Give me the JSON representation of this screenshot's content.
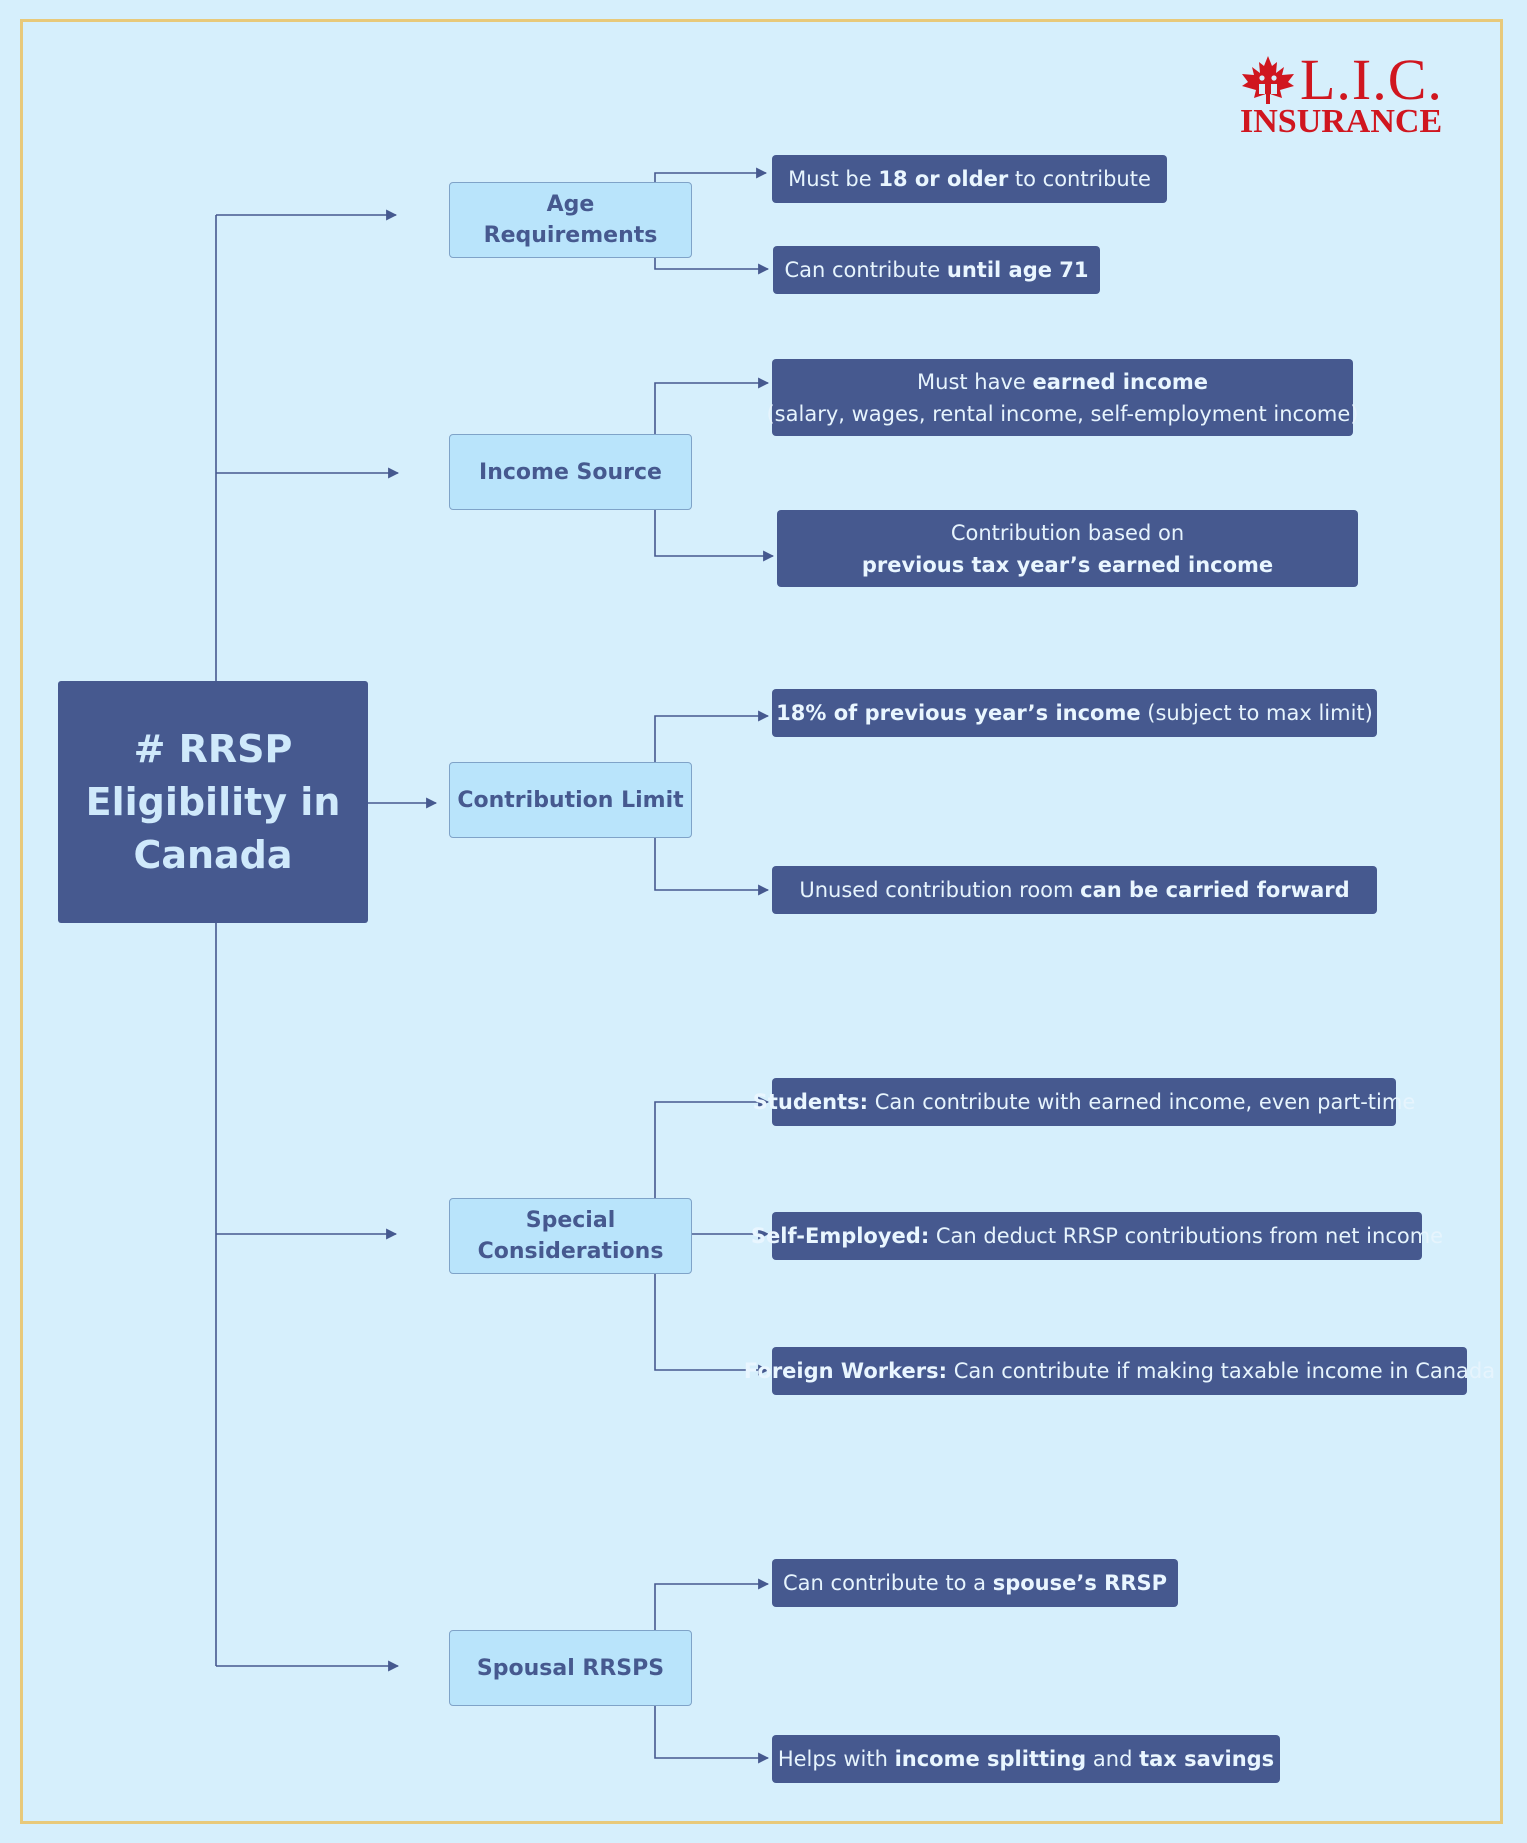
{
  "logo": {
    "line1": "L.I.C.",
    "line2": "INSURANCE",
    "color": "#d0161f"
  },
  "root": {
    "line1": "# RRSP",
    "line2": "Eligibility in",
    "line3": "Canada"
  },
  "categories": [
    {
      "line1": "Age",
      "line2": "Requirements"
    },
    {
      "line1": "Income Source",
      "line2": ""
    },
    {
      "line1": "Contribution Limit",
      "line2": ""
    },
    {
      "line1": "Special",
      "line2": "Considerations"
    },
    {
      "line1": "Spousal RRSPS",
      "line2": ""
    }
  ],
  "leaves": {
    "age_1": {
      "a": "Must be ",
      "b": "18 or older",
      "c": " to contribute"
    },
    "age_2": {
      "a": "Can contribute ",
      "b": "until age 71"
    },
    "income_1": {
      "a": "Must have ",
      "b": "earned income",
      "line2": "(salary, wages, rental income, self-employment income)"
    },
    "income_2": {
      "line1": "Contribution based on",
      "line2": "previous tax year’s earned income"
    },
    "limit_1": {
      "b": "18% of previous year’s income",
      "c": " (subject to max limit)"
    },
    "limit_2": {
      "a": "Unused contribution room ",
      "b": "can be carried forward"
    },
    "special_1": {
      "b": "Students:",
      "c": " Can contribute with earned income, even part-time"
    },
    "special_2": {
      "b": "Self-Employed:",
      "c": " Can deduct RRSP contributions from net income"
    },
    "special_3": {
      "b": "Foreign Workers:",
      "c": " Can contribute if making taxable income in Canada"
    },
    "spousal_1": {
      "a": "Can contribute to a ",
      "b": "spouse’s RRSP"
    },
    "spousal_2": {
      "a": "Helps with ",
      "b": "income splitting",
      "c": " and ",
      "d": "tax savings"
    }
  },
  "colors": {
    "background": "#d6effc",
    "node_dark": "#46598f",
    "node_light": "#b9e4fb",
    "border": "#e8c97a"
  }
}
